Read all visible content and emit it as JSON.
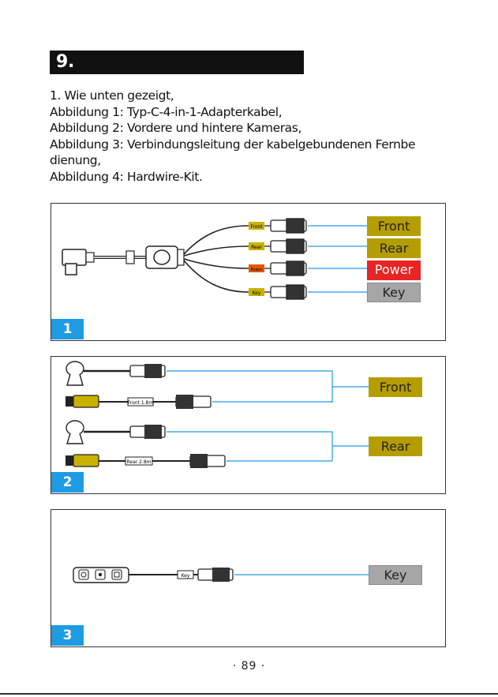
{
  "section": {
    "title": "9. Verkabelungsanleitungen"
  },
  "intro": {
    "lines": [
      "1. Wie unten gezeigt,",
      "Abbildung 1: Typ-C-4-in-1-Adapterkabel,",
      "Abbildung 2: Vordere und hintere Kameras,",
      "Abbildung 3: Verbindungsleitung der kabelgebundenen Fernbe",
      "dienung,",
      "Abbildung 4: Hardwire-Kit."
    ]
  },
  "figure1": {
    "number": "1",
    "labels": {
      "front": "Front",
      "rear": "Rear",
      "power": "Power",
      "key": "Key"
    },
    "tags": {
      "front": "Front",
      "rear": "Rear",
      "power": "Power",
      "key": "Key"
    }
  },
  "figure2": {
    "number": "2",
    "labels": {
      "front": "Front",
      "rear": "Rear"
    },
    "tags": {
      "front": "Front 1.8m",
      "rear": "Rear 2.8m"
    }
  },
  "figure3": {
    "number": "3",
    "labels": {
      "key": "Key"
    },
    "tags": {
      "key": "Key"
    }
  },
  "footer": {
    "page_number": "· 89 ·"
  },
  "colors": {
    "accent_blue": "#1e9be3",
    "label_gold": "#b59d00",
    "label_red": "#e82424",
    "label_grey": "#a6a6a6"
  }
}
